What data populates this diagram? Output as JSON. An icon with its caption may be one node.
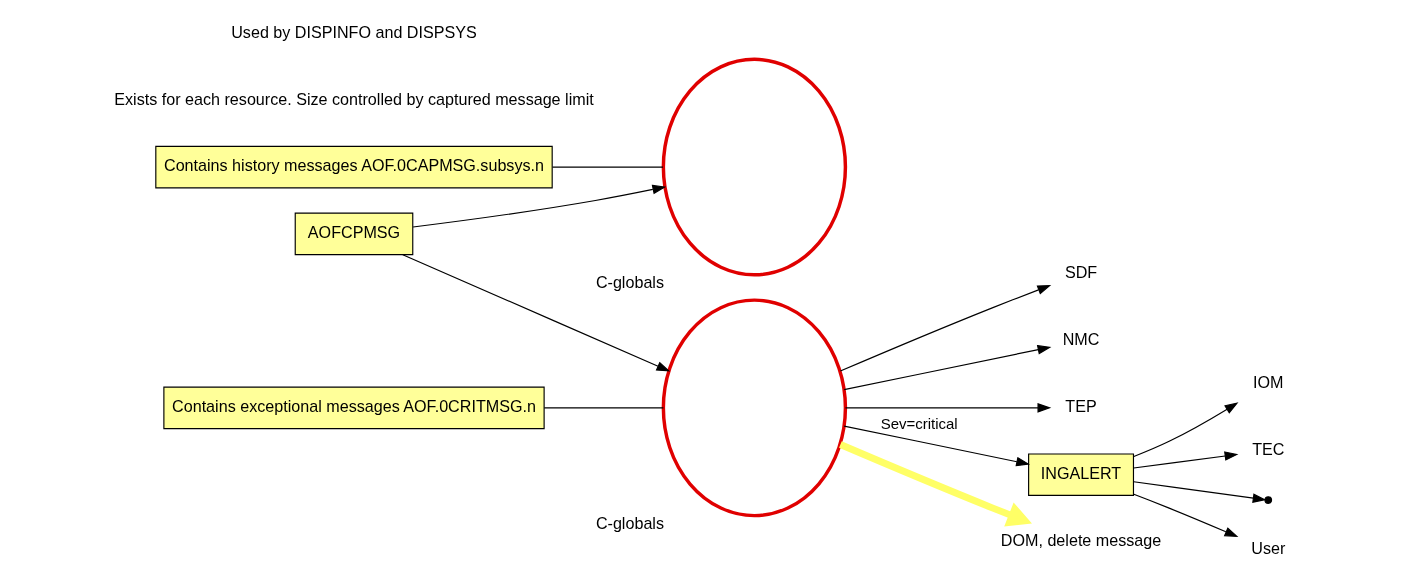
{
  "diagram": {
    "nodes": [
      {
        "text": [
          "Contains history messages AOF.0CAPMSG.subsys.n"
        ]
      },
      {
        "text": [
          "AOFCPMSG"
        ]
      },
      {
        "text": [
          "Contains exceptional messages AOF.0CRITMSG.n"
        ]
      },
      {
        "text": [],
        "shape": "circle",
        "beside": [
          "C-globals"
        ]
      },
      {
        "text": [],
        "shape": "circle",
        "beside": [
          "C-globals"
        ]
      },
      {
        "text": [
          "SDF"
        ]
      },
      {
        "text": [
          "NMC"
        ]
      },
      {
        "text": [
          "TEP"
        ]
      },
      {
        "text": [
          "INGALERT"
        ]
      },
      {
        "text": [
          "IOM"
        ]
      },
      {
        "text": [
          "TEC"
        ]
      },
      {
        "text": [],
        "shape": "point"
      },
      {
        "text": [
          "User"
        ]
      },
      {
        "text": [
          "DOM, delete message"
        ]
      }
    ],
    "edges": [
      {
        "from": 0,
        "to": 3,
        "arrow": "none"
      },
      {
        "from": 1,
        "to": 3,
        "arrow": "to"
      },
      {
        "from": 1,
        "to": 4,
        "arrow": "to"
      },
      {
        "from": 2,
        "to": 4,
        "arrow": "none"
      },
      {
        "from": 4,
        "to": 5,
        "arrow": "to"
      },
      {
        "from": 4,
        "to": 6,
        "arrow": "to"
      },
      {
        "from": 4,
        "to": 7,
        "arrow": "to"
      },
      {
        "from": 4,
        "to": 8,
        "arrow": "to",
        "label": "Sev=critical"
      },
      {
        "from": 8,
        "to": 9,
        "arrow": "to"
      },
      {
        "from": 8,
        "to": 10,
        "arrow": "to"
      },
      {
        "from": 8,
        "to": 11,
        "arrow": "to"
      },
      {
        "from": 8,
        "to": 12,
        "arrow": "to"
      },
      {
        "from": 4,
        "to": 13,
        "arrow": "to",
        "style": "thick",
        "color": "#ffff66"
      }
    ],
    "labels": [
      "Exists for each resource. Size controlled by captured message limit",
      "Used by DISPINFO and DISPSYS"
    ]
  }
}
